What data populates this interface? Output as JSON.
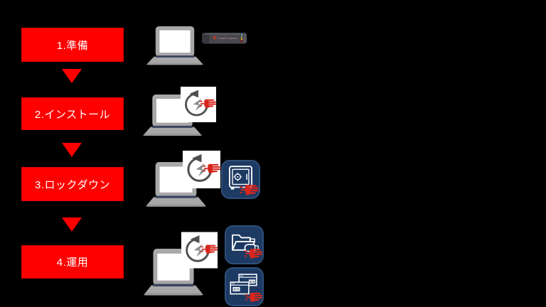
{
  "diagram": {
    "name": "security-product-deployment-flow",
    "background": "#000000"
  },
  "steps": [
    {
      "label": "1.準備",
      "icons": [
        "laptop-icon",
        "usb-security-device-icon"
      ]
    },
    {
      "label": "2.インストール",
      "icons": [
        "laptop-icon",
        "scan-sync-icon"
      ]
    },
    {
      "label": "3.ロックダウン",
      "icons": [
        "laptop-icon",
        "scan-sync-icon",
        "safe-lockdown-icon"
      ]
    },
    {
      "label": "4.運用",
      "icons": [
        "laptop-icon",
        "scan-sync-icon",
        "folder-usb-transfer-icon",
        "ics-windows-icon"
      ]
    }
  ],
  "usb_device": {
    "label": "Portable Inspector"
  },
  "ics_windows": {
    "label": "ICS"
  },
  "colors": {
    "step_red": "#fe0000",
    "hand_red": "#d7261d",
    "tile_navy": "#1d3a63",
    "laptop_gray": "#a8a8a8",
    "step_text": "#ffffff"
  }
}
